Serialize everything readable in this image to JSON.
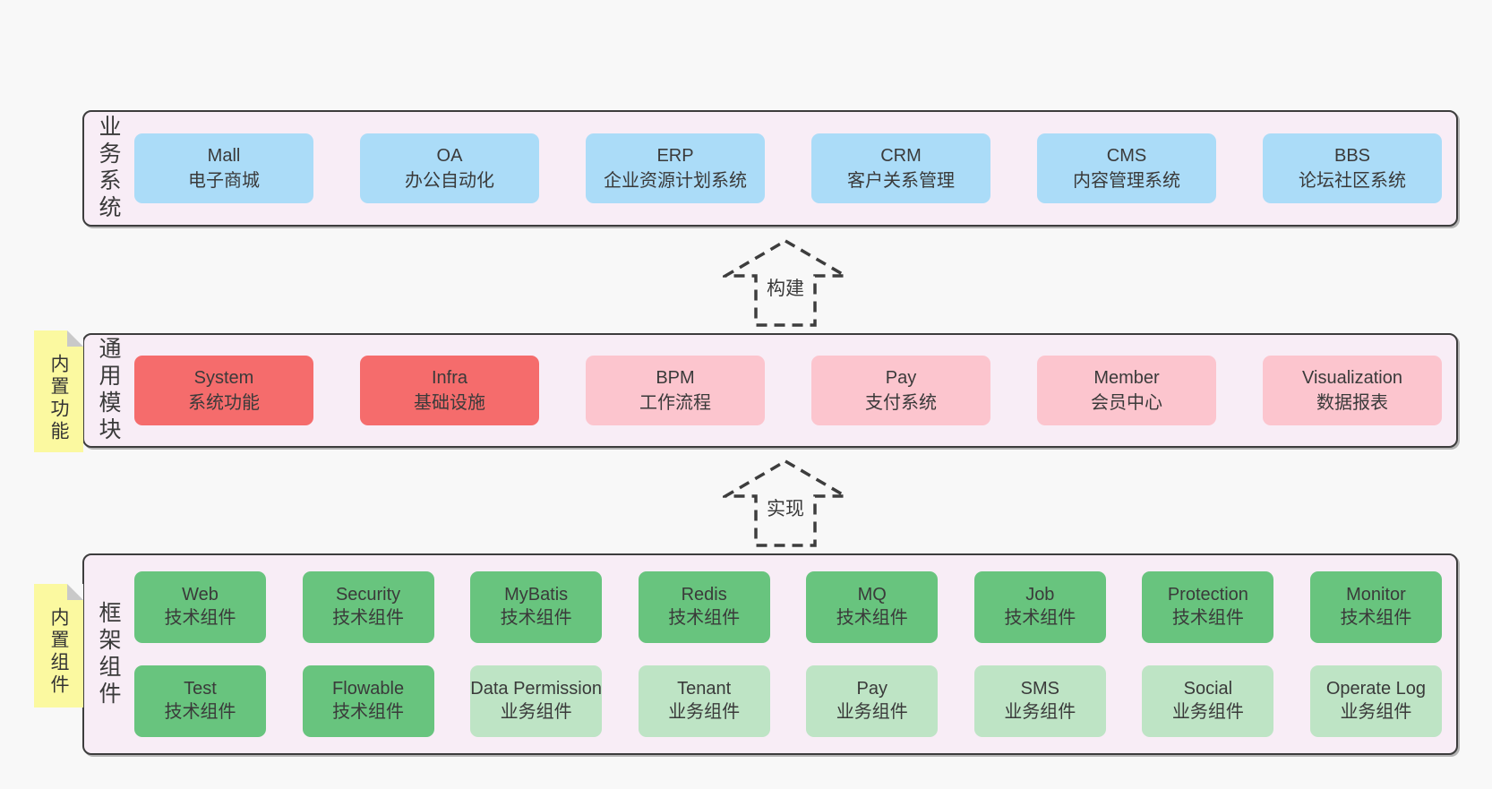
{
  "colors": {
    "page-bg": "#f8f8f8",
    "layer-bg": "#f8edf6",
    "layer-border": "#3d3d3d",
    "box-blue": "#abdcf8",
    "box-red": "#f56c6c",
    "box-pink": "#fcc5ce",
    "box-green": "#68c47e",
    "box-lightgreen": "#bee4c5",
    "note-yellow": "#fbf9a0",
    "note-fold": "#c9c9c9",
    "text": "#3a3a3a"
  },
  "layers": {
    "business": {
      "label": "业务系统",
      "boxes": [
        {
          "title": "Mall",
          "subtitle": "电子商城"
        },
        {
          "title": "OA",
          "subtitle": "办公自动化"
        },
        {
          "title": "ERP",
          "subtitle": "企业资源计划系统"
        },
        {
          "title": "CRM",
          "subtitle": "客户关系管理"
        },
        {
          "title": "CMS",
          "subtitle": "内容管理系统"
        },
        {
          "title": "BBS",
          "subtitle": "论坛社区系统"
        }
      ]
    },
    "modules": {
      "label": "通用模块",
      "note": "内置功能",
      "boxes": [
        {
          "title": "System",
          "subtitle": "系统功能"
        },
        {
          "title": "Infra",
          "subtitle": "基础设施"
        },
        {
          "title": "BPM",
          "subtitle": "工作流程"
        },
        {
          "title": "Pay",
          "subtitle": "支付系统"
        },
        {
          "title": "Member",
          "subtitle": "会员中心"
        },
        {
          "title": "Visualization",
          "subtitle": "数据报表"
        }
      ]
    },
    "components": {
      "label": "框架组件",
      "note": "内置组件",
      "row1": [
        {
          "title": "Web",
          "subtitle": "技术组件"
        },
        {
          "title": "Security",
          "subtitle": "技术组件"
        },
        {
          "title": "MyBatis",
          "subtitle": "技术组件"
        },
        {
          "title": "Redis",
          "subtitle": "技术组件"
        },
        {
          "title": "MQ",
          "subtitle": "技术组件"
        },
        {
          "title": "Job",
          "subtitle": "技术组件"
        },
        {
          "title": "Protection",
          "subtitle": "技术组件"
        },
        {
          "title": "Monitor",
          "subtitle": "技术组件"
        }
      ],
      "row2": [
        {
          "title": "Test",
          "subtitle": "技术组件"
        },
        {
          "title": "Flowable",
          "subtitle": "技术组件"
        },
        {
          "title": "Data Permission",
          "subtitle": "业务组件"
        },
        {
          "title": "Tenant",
          "subtitle": "业务组件"
        },
        {
          "title": "Pay",
          "subtitle": "业务组件"
        },
        {
          "title": "SMS",
          "subtitle": "业务组件"
        },
        {
          "title": "Social",
          "subtitle": "业务组件"
        },
        {
          "title": "Operate Log",
          "subtitle": "业务组件"
        }
      ]
    }
  },
  "arrows": {
    "build": {
      "label": "构建"
    },
    "implement": {
      "label": "实现"
    }
  }
}
